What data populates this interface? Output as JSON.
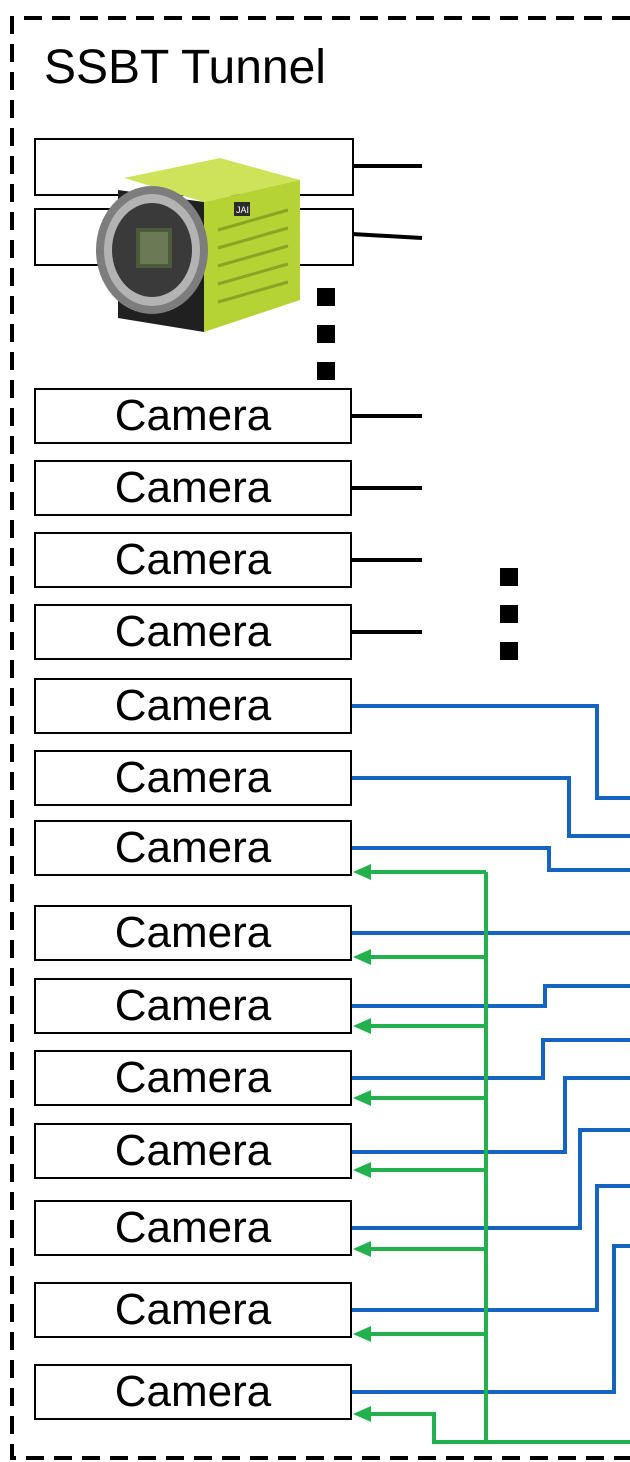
{
  "title": "SSBT Tunnel",
  "camera_label": "Camera",
  "cameras": [
    {
      "label": "Camera",
      "link": "black"
    },
    {
      "label": "Camera",
      "link": "black"
    },
    {
      "label": "Camera",
      "link": "black"
    },
    {
      "label": "Camera",
      "link": "black"
    },
    {
      "label": "Camera",
      "link": "blue"
    },
    {
      "label": "Camera",
      "link": "blue"
    },
    {
      "label": "Camera",
      "link": "blue+green"
    },
    {
      "label": "Camera",
      "link": "blue+green"
    },
    {
      "label": "Camera",
      "link": "blue+green"
    },
    {
      "label": "Camera",
      "link": "blue+green"
    },
    {
      "label": "Camera",
      "link": "blue+green"
    },
    {
      "label": "Camera",
      "link": "blue+green"
    },
    {
      "label": "Camera",
      "link": "blue+green"
    },
    {
      "label": "Camera",
      "link": "blue+green"
    }
  ],
  "colors": {
    "border": "#000000",
    "data_line": "#1565c0",
    "trigger_line": "#22b14c",
    "camera_body": "#b5d334"
  },
  "icons": [
    "camera-photo-icon",
    "ellipsis-dots-icon"
  ]
}
